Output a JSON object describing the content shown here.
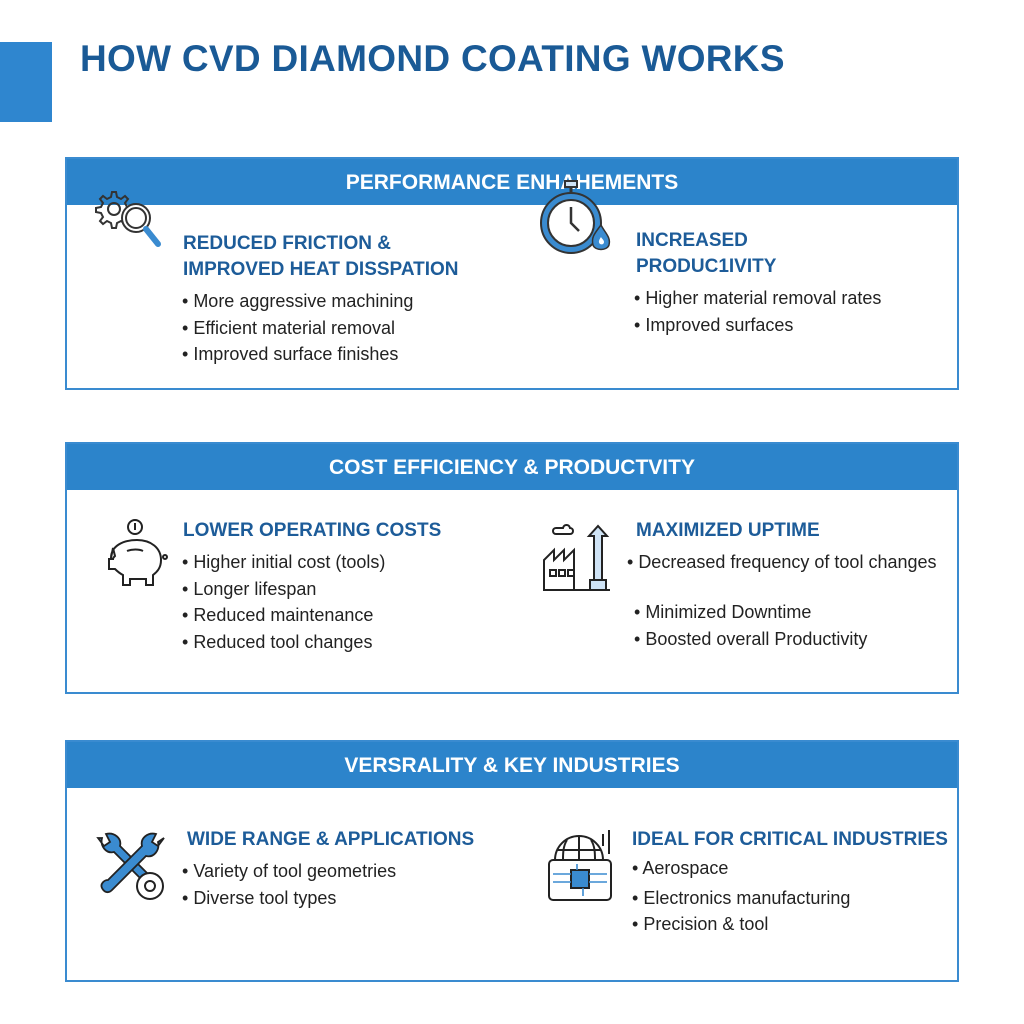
{
  "title": "HOW CVD DIAMOND COATING WORKS",
  "panels": [
    {
      "header": "PERFORMANCE ENHAHEMENTS",
      "left": {
        "icon": "gear-magnifier-icon",
        "heading1": "REDUCED FRICTION &",
        "heading2": "IMPROVED HEAT DISSPATION",
        "bullets": [
          "More aggressive machining",
          "Efficient material removal",
          "Improved surface finishes"
        ]
      },
      "right": {
        "icon": "stopwatch-flame-icon",
        "heading1": "INCREASED",
        "heading2": "PRODUC1IVITY",
        "bullets": [
          "Higher material removal rates",
          "Improved surfaces"
        ]
      }
    },
    {
      "header": "COST EFFICIENCY & PRODUCTVITY",
      "left": {
        "icon": "piggy-bank-icon",
        "heading1": "LOWER OPERATING COSTS",
        "bullets": [
          "Higher initial cost (tools)",
          "Longer lifespan",
          "Reduced maintenance",
          "Reduced tool changes"
        ]
      },
      "right": {
        "icon": "factory-arrow-icon",
        "heading1": "MAXIMIZED UPTIME",
        "bullets": [
          "Decreased frequency of tool changes",
          "Minimized Downtime",
          "Boosted overall Productivity"
        ]
      }
    },
    {
      "header": "VERSRALITY & KEY INDUSTRIES",
      "left": {
        "icon": "wrench-gear-icon",
        "heading1": "WIDE RANGE & APPLICATIONS",
        "bullets": [
          "Variety of tool geometries",
          "Diverse tool types"
        ]
      },
      "right": {
        "icon": "globe-circuit-icon",
        "heading1": "IDEAL FOR CRITICAL INDUSTRIES",
        "bullets": [
          "Aerospace",
          "Electronics manufacturing",
          "Precision & tool"
        ]
      }
    }
  ]
}
